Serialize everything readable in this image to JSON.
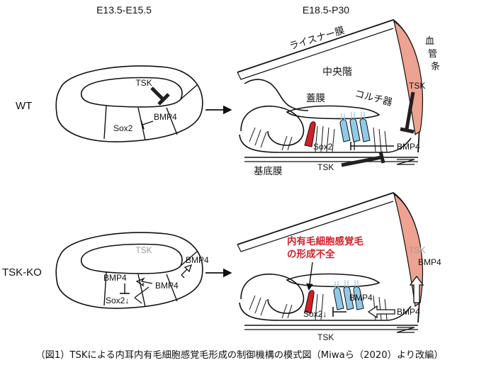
{
  "stages": {
    "early": "E13.5-E15.5",
    "late": "E18.5-P30"
  },
  "rows": {
    "wt": "WT",
    "ko": "TSK-KO"
  },
  "labels": {
    "tsk": "TSK",
    "bmp4": "BMP4",
    "sox2": "Sox2",
    "sox2_down": "Sox2↓",
    "reissner": "ライスナー膜",
    "stria": "血管条",
    "scala_media": "中央階",
    "tectorial": "蓋膜",
    "corti": "コルチ器",
    "basilar": "基底膜",
    "defect_line1": "内有毛細胞感覚毛",
    "defect_line2": "の形成不全"
  },
  "caption": "（図1）TSKによる内耳内有毛細胞感覚毛形成の制御機構の模式図（Miwaら（2020）より改編）",
  "colors": {
    "inner_hair_cell": "#d21f26",
    "outer_hair_cell": "#8fcbe8",
    "stria": "#eea291",
    "inhibitor": "#231f20",
    "muted": "#9a9a9a"
  }
}
